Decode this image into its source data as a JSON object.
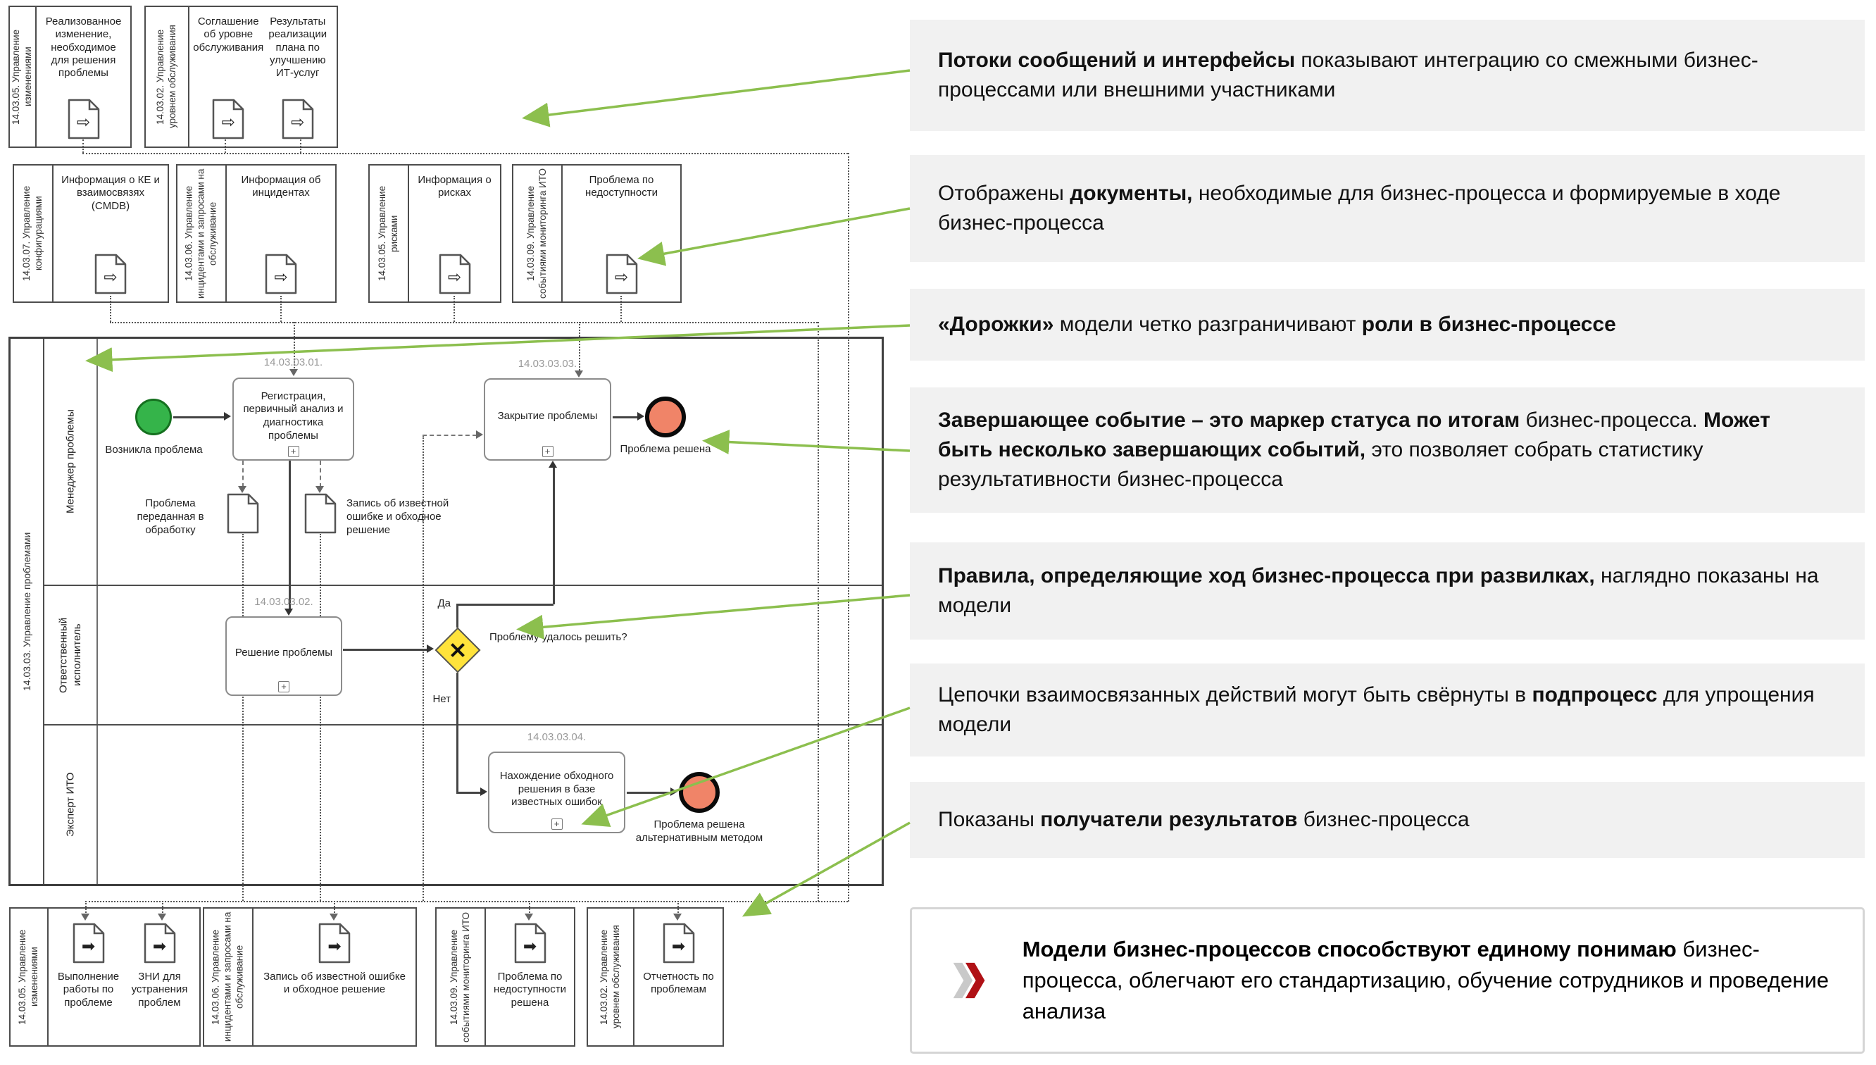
{
  "diagram": {
    "row1": [
      {
        "title": "14.03.05. Управление изменениями",
        "docs": [
          "Реализованное изменение, необходимое для решения проблемы"
        ]
      },
      {
        "title": "14.03.02. Управление уровнем обслуживания",
        "docs": [
          "Соглашение об уровне обслуживания",
          "Результаты реализации плана по улучшению ИТ-услуг"
        ]
      }
    ],
    "row2": [
      {
        "title": "14.03.07. Управление конфигурациями",
        "docs": [
          "Информация о КЕ и взаимосвязях (CMDB)"
        ]
      },
      {
        "title": "14.03.06. Управление инцидентами и запросами на обслуживание",
        "docs": [
          "Информация об инцидентах"
        ]
      },
      {
        "title": "14.03.05. Управление рисками",
        "docs": [
          "Информация о рисках"
        ]
      },
      {
        "title": "14.03.09. Управление событиями мониторинга ИТО",
        "docs": [
          "Проблема по недоступности"
        ]
      }
    ],
    "main": {
      "title": "14.03.03. Управление проблемами",
      "lanes": [
        "Менеджер проблемы",
        "Ответственный исполнитель",
        "Эксперт ИТО"
      ],
      "start_event": "Возникла проблема",
      "tasks": [
        {
          "id": "14.03.03.01.",
          "label": "Регистрация, первичный анализ и диагностика проблемы"
        },
        {
          "id": "14.03.03.03.",
          "label": "Закрытие проблемы"
        },
        {
          "id": "14.03.03.02.",
          "label": "Решение проблемы"
        },
        {
          "id": "14.03.03.04.",
          "label": "Нахождение обходного решения в базе известных ошибок"
        }
      ],
      "end_events": [
        "Проблема решена",
        "Проблема решена альтернативным методом"
      ],
      "gateway": {
        "question": "Проблему удалось решить?",
        "yes": "Да",
        "no": "Нет"
      },
      "data_objects": [
        "Проблема переданная в обработку",
        "Запись об известной ошибке и обходное решение"
      ]
    },
    "row3": [
      {
        "title": "14.03.05. Управление изменениями",
        "docs": [
          "Выполнение работы по проблеме",
          "ЗНИ для устранения проблем"
        ]
      },
      {
        "title": "14.03.06. Управление инцидентами и запросами на обслуживание",
        "docs": [
          "Запись об известной ошибке и обходное решение"
        ]
      },
      {
        "title": "14.03.09. Управление событиями мониторинга ИТО",
        "docs": [
          "Проблема по недоступности решена"
        ]
      },
      {
        "title": "14.03.02. Управление уровнем обслуживания",
        "docs": [
          "Отчетность по проблемам"
        ]
      }
    ]
  },
  "callouts": [
    {
      "segments": [
        {
          "t": "Потоки сообщений и интерфейсы",
          "b": true
        },
        {
          "t": " показывают интеграцию со смежными бизнес-процессами или внешними участниками"
        }
      ]
    },
    {
      "segments": [
        {
          "t": "Отображены "
        },
        {
          "t": "документы,",
          "b": true
        },
        {
          "t": " необходимые для бизнес-процесса и формируемые в ходе бизнес-процесса"
        }
      ]
    },
    {
      "segments": [
        {
          "t": "«Дорожки»",
          "b": true
        },
        {
          "t": " модели четко разграничивают "
        },
        {
          "t": "роли в бизнес-процессе",
          "b": true
        }
      ]
    },
    {
      "segments": [
        {
          "t": "Завершающее событие – это маркер статуса по итогам",
          "b": true
        },
        {
          "t": " бизнес-процесса. "
        },
        {
          "t": "Может быть несколько завершающих событий,",
          "b": true
        },
        {
          "t": " это позволяет собрать статистику результативности бизнес-процесса"
        }
      ]
    },
    {
      "segments": [
        {
          "t": "Правила, определяющие ход бизнес-процесса при развилках,",
          "b": true
        },
        {
          "t": " наглядно показаны на модели"
        }
      ]
    },
    {
      "segments": [
        {
          "t": "Цепочки взаимосвязанных действий могут быть свёрнуты в "
        },
        {
          "t": "подпроцесс",
          "b": true
        },
        {
          "t": " для упрощения модели"
        }
      ]
    },
    {
      "segments": [
        {
          "t": "Показаны "
        },
        {
          "t": "получатели результатов",
          "b": true
        },
        {
          "t": " бизнес-процесса"
        }
      ]
    }
  ],
  "summary": {
    "segments": [
      {
        "t": "Модели бизнес-процессов способствуют единому понимаю",
        "b": true
      },
      {
        "t": " бизнес-процесса, облегчают его стандартизацию, обучение сотрудников и проведение анализа"
      }
    ]
  },
  "icons": {
    "doc_in_arrow": "⇨",
    "doc_out_arrow": "➡",
    "subprocess_plus": "+"
  },
  "colors": {
    "start_event": "#35b44a",
    "end_event": "#f08468",
    "gateway": "#ffe33b",
    "callout_bg": "#f1f1f1",
    "green_arrow": "#8cbf4e",
    "chevron_red": "#b01116",
    "chevron_gray": "#c9c9c9"
  }
}
